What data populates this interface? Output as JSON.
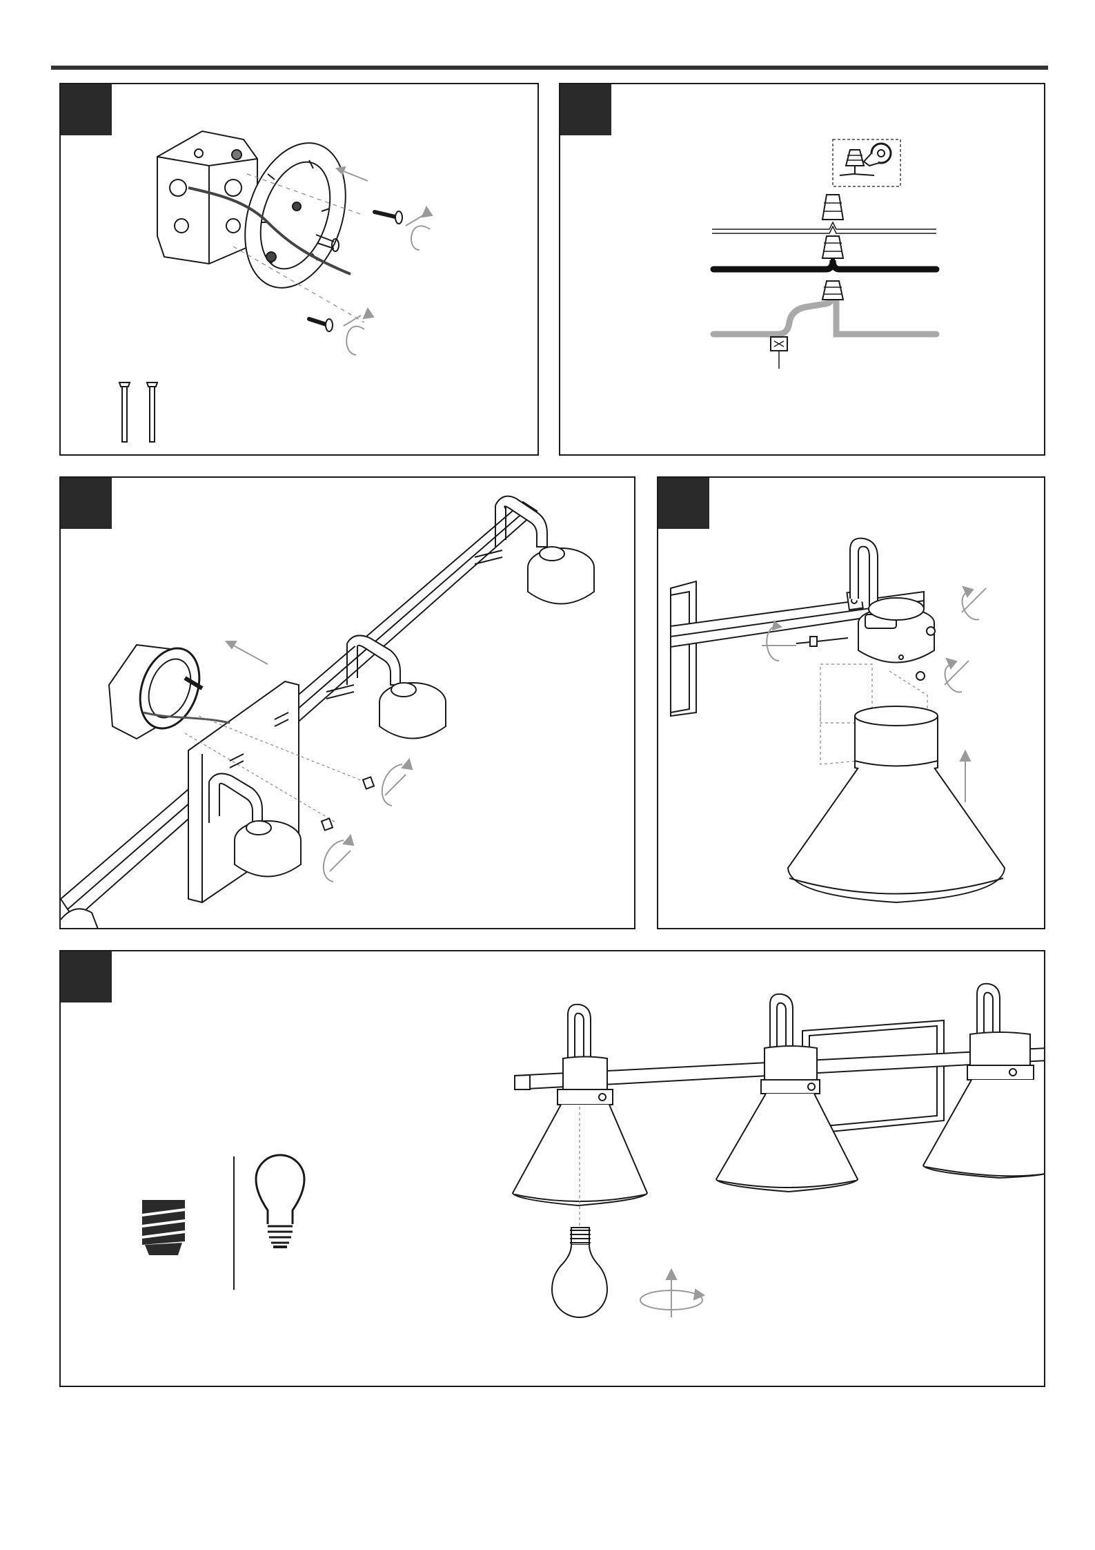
{
  "page": {
    "header_rule": true
  },
  "steps": [
    {
      "id": 1,
      "subject": "junction-box-mounting-plate",
      "badge_color": "#2a2a2a"
    },
    {
      "id": 2,
      "subject": "wire-connections",
      "badge_color": "#2a2a2a"
    },
    {
      "id": 3,
      "subject": "fixture-mounting",
      "badge_color": "#2a2a2a"
    },
    {
      "id": 4,
      "subject": "shade-attachment",
      "badge_color": "#2a2a2a"
    },
    {
      "id": 5,
      "subject": "bulb-installation",
      "badge_color": "#2a2a2a"
    }
  ],
  "wires": {
    "white": "#ffffff",
    "black": "#111111",
    "ground": "#a9a9a9"
  },
  "colors": {
    "line": "#1a1a1a",
    "arrow": "#9a9a9a",
    "hatch": "#2a2a2a"
  }
}
